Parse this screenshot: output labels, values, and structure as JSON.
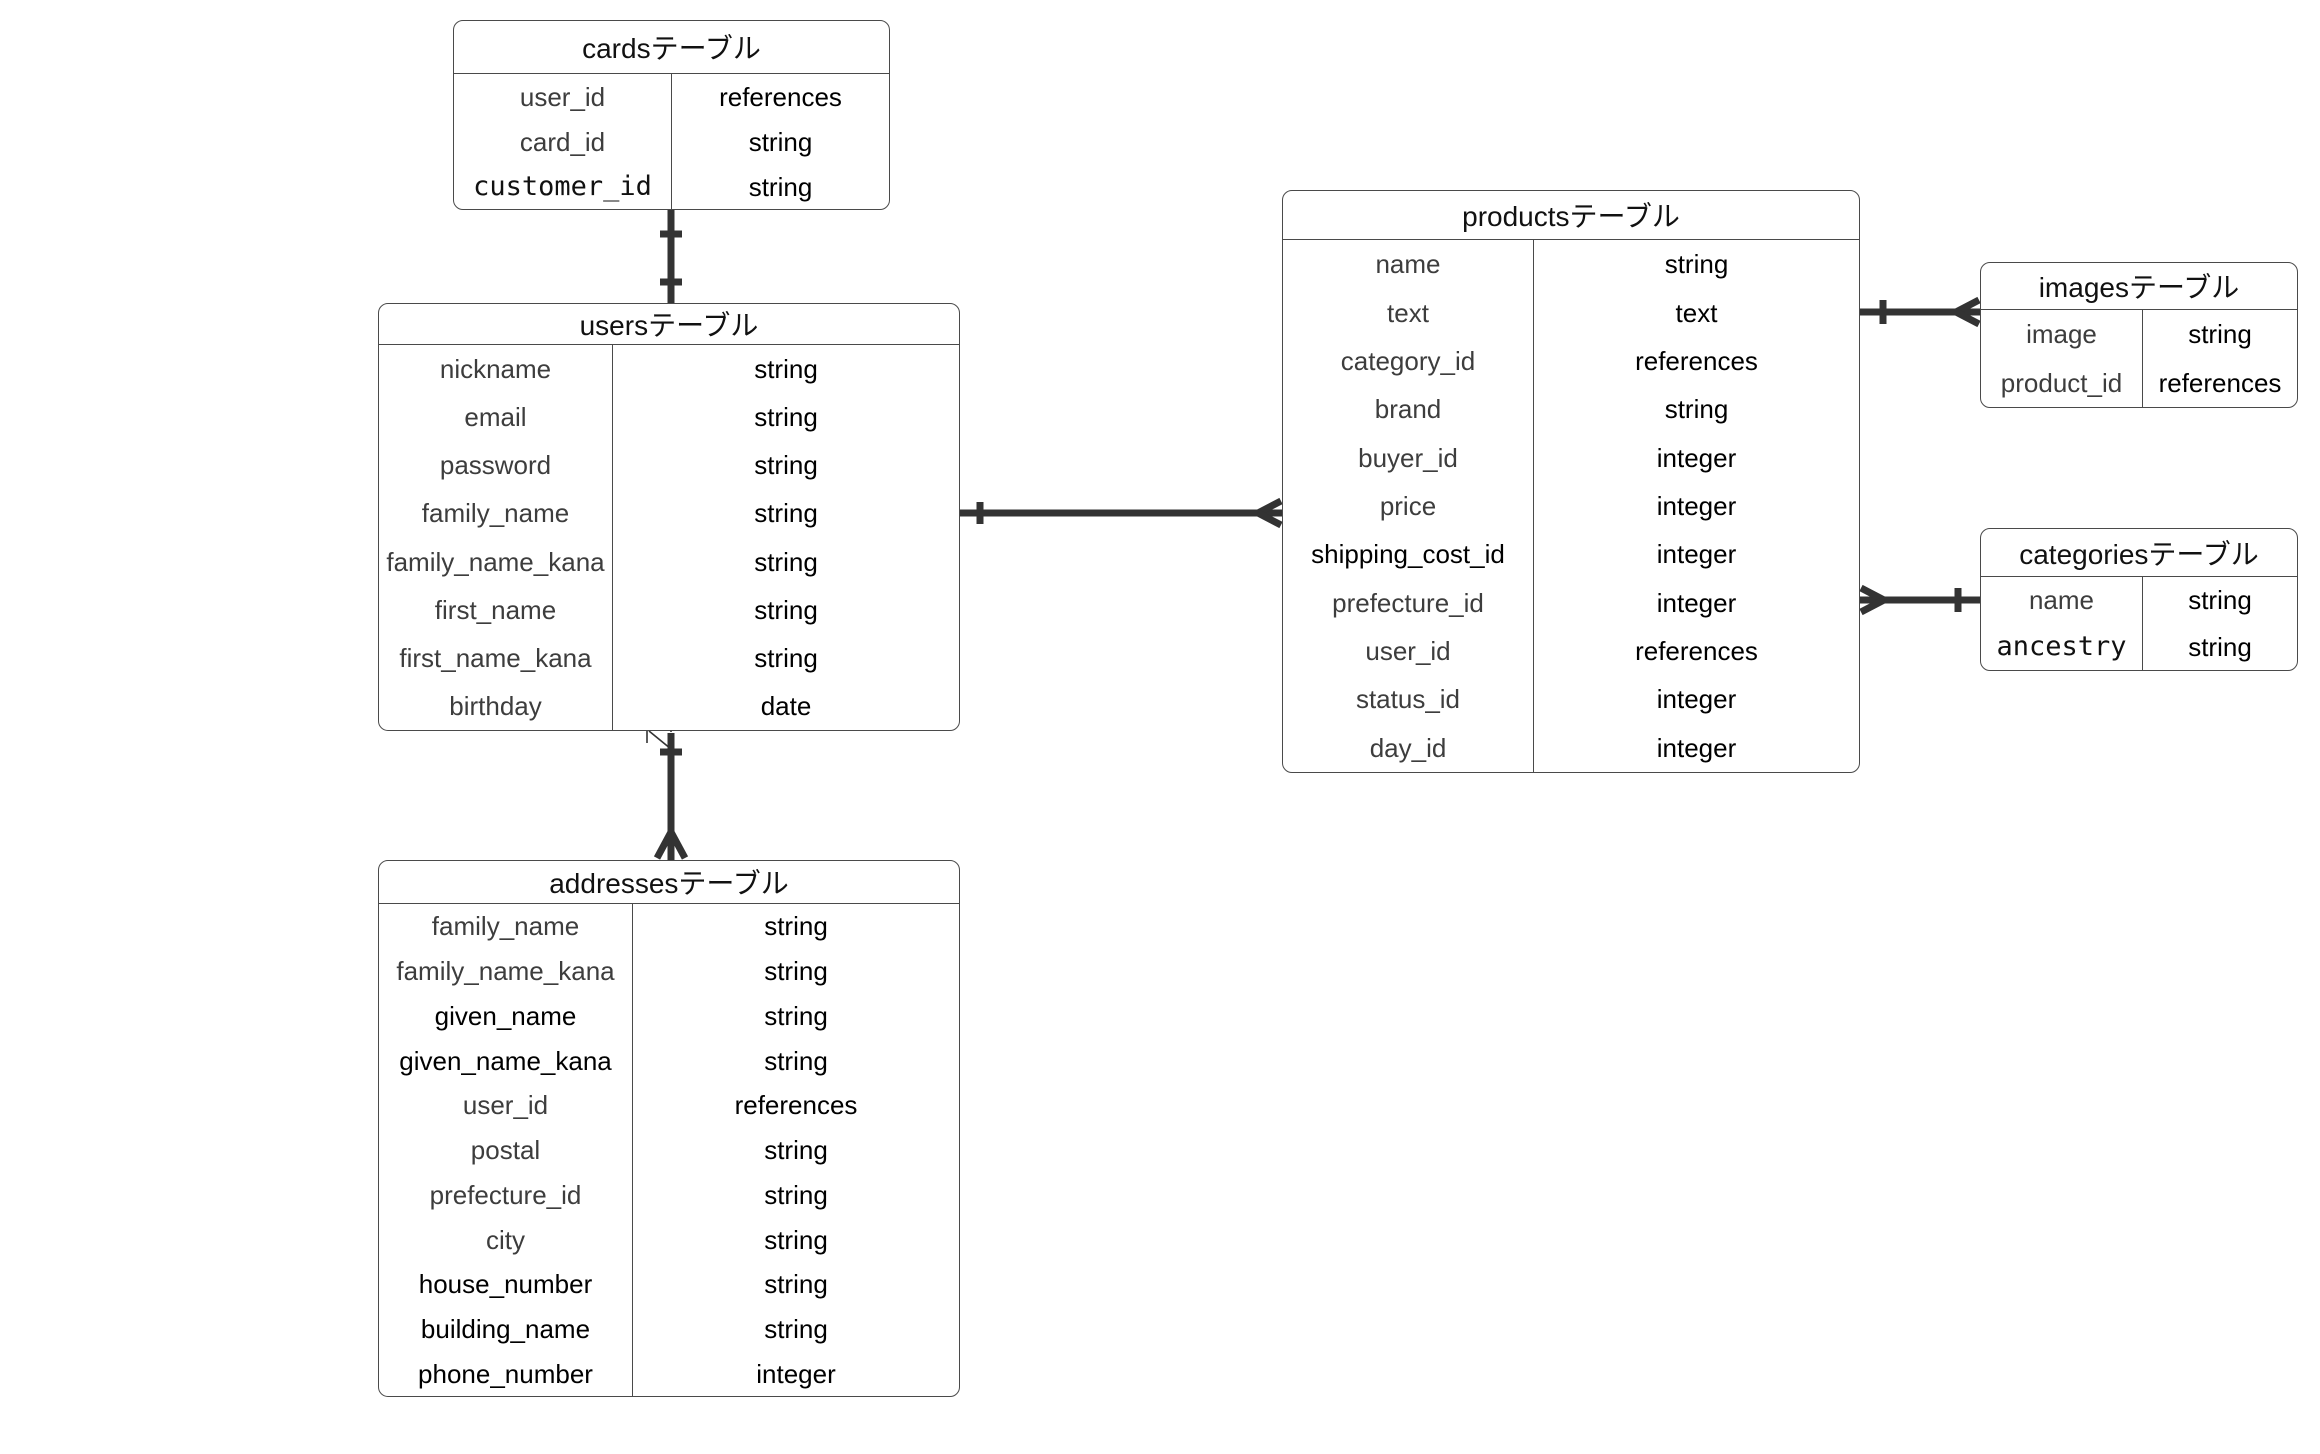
{
  "diagram": {
    "kind": "entity-relationship",
    "colors": {
      "background": "#ffffff",
      "border": "#4a4a4a",
      "relationship_line": "#333333",
      "field_text": "#3d3d3d",
      "type_text": "#000000"
    }
  },
  "tables": [
    {
      "id": "cards",
      "title": "cardsテーブル",
      "fields": [
        {
          "name": "user_id",
          "type": "references",
          "style": "regular"
        },
        {
          "name": "card_id",
          "type": "string",
          "style": "regular"
        },
        {
          "name": "customer_id",
          "type": "string",
          "style": "mono"
        }
      ]
    },
    {
      "id": "users",
      "title": "usersテーブル",
      "fields": [
        {
          "name": "nickname",
          "type": "string",
          "style": "regular"
        },
        {
          "name": "email",
          "type": "string",
          "style": "regular"
        },
        {
          "name": "password",
          "type": "string",
          "style": "regular"
        },
        {
          "name": "family_name",
          "type": "string",
          "style": "regular"
        },
        {
          "name": "family_name_kana",
          "type": "string",
          "style": "regular"
        },
        {
          "name": "first_name",
          "type": "string",
          "style": "regular"
        },
        {
          "name": "first_name_kana",
          "type": "string",
          "style": "regular"
        },
        {
          "name": "birthday",
          "type": "date",
          "style": "regular"
        }
      ]
    },
    {
      "id": "products",
      "title": "productsテーブル",
      "fields": [
        {
          "name": "name",
          "type": "string",
          "style": "regular"
        },
        {
          "name": "text",
          "type": "text",
          "style": "regular"
        },
        {
          "name": "category_id",
          "type": "references",
          "style": "regular"
        },
        {
          "name": "brand",
          "type": "string",
          "style": "regular"
        },
        {
          "name": "buyer_id",
          "type": "integer",
          "style": "regular"
        },
        {
          "name": "price",
          "type": "integer",
          "style": "regular"
        },
        {
          "name": "shipping_cost_id",
          "type": "integer",
          "style": "alt"
        },
        {
          "name": "prefecture_id",
          "type": "integer",
          "style": "regular"
        },
        {
          "name": "user_id",
          "type": "references",
          "style": "regular"
        },
        {
          "name": "status_id",
          "type": "integer",
          "style": "regular"
        },
        {
          "name": "day_id",
          "type": "integer",
          "style": "regular"
        }
      ]
    },
    {
      "id": "images",
      "title": "imagesテーブル",
      "fields": [
        {
          "name": "image",
          "type": "string",
          "style": "regular"
        },
        {
          "name": "product_id",
          "type": "references",
          "style": "regular"
        }
      ]
    },
    {
      "id": "categories",
      "title": "categoriesテーブル",
      "fields": [
        {
          "name": "name",
          "type": "string",
          "style": "regular"
        },
        {
          "name": "ancestry",
          "type": "string",
          "style": "mono"
        }
      ]
    },
    {
      "id": "addresses",
      "title": "addressesテーブル",
      "fields": [
        {
          "name": "family_name",
          "type": "string",
          "style": "regular"
        },
        {
          "name": "family_name_kana",
          "type": "string",
          "style": "regular"
        },
        {
          "name": "given_name",
          "type": "string",
          "style": "alt"
        },
        {
          "name": "given_name_kana",
          "type": "string",
          "style": "alt"
        },
        {
          "name": "user_id",
          "type": "references",
          "style": "regular"
        },
        {
          "name": "postal",
          "type": "string",
          "style": "regular"
        },
        {
          "name": "prefecture_id",
          "type": "string",
          "style": "regular"
        },
        {
          "name": "city",
          "type": "string",
          "style": "regular"
        },
        {
          "name": "house_number",
          "type": "string",
          "style": "alt"
        },
        {
          "name": "building_name",
          "type": "string",
          "style": "alt"
        },
        {
          "name": "phone_number",
          "type": "integer",
          "style": "alt"
        }
      ]
    }
  ],
  "relationships": [
    {
      "from": "cards",
      "to": "users",
      "cardinality": "one-to-one"
    },
    {
      "from": "users",
      "to": "products",
      "cardinality": "one-to-many"
    },
    {
      "from": "products",
      "to": "images",
      "cardinality": "one-to-many"
    },
    {
      "from": "categories",
      "to": "products",
      "cardinality": "one-to-many"
    },
    {
      "from": "users",
      "to": "addresses",
      "cardinality": "one-to-many"
    }
  ]
}
